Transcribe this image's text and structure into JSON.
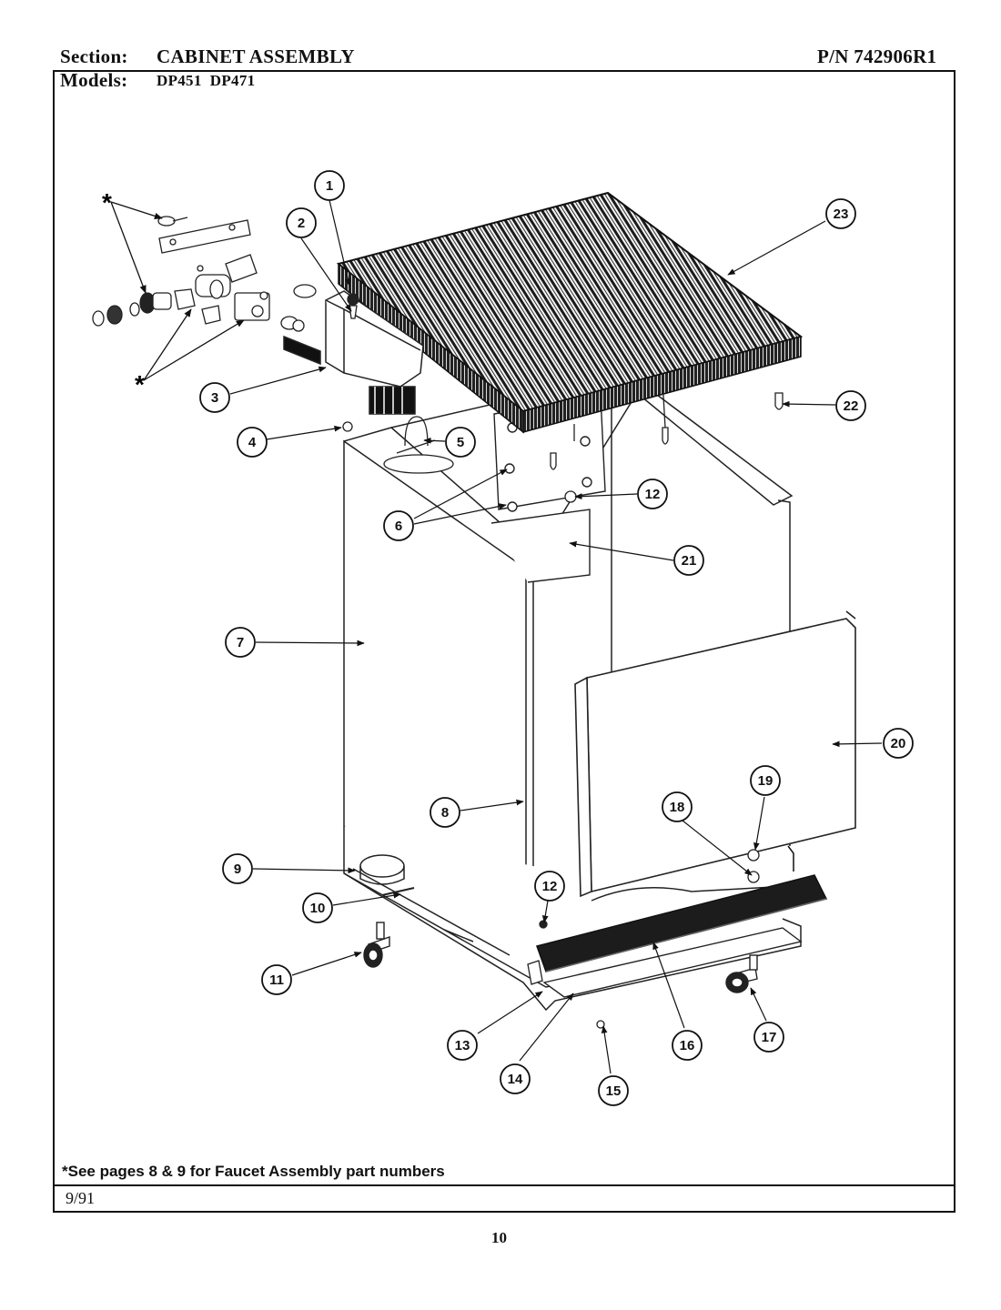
{
  "header": {
    "section_label": "Section:",
    "section_name": "CABINET ASSEMBLY",
    "part_number": "P/N 742906R1",
    "models_label": "Models:",
    "models": "DP451  DP471"
  },
  "callouts": [
    {
      "id": "1"
    },
    {
      "id": "2"
    },
    {
      "id": "3"
    },
    {
      "id": "4"
    },
    {
      "id": "5"
    },
    {
      "id": "6"
    },
    {
      "id": "7"
    },
    {
      "id": "8"
    },
    {
      "id": "9"
    },
    {
      "id": "10"
    },
    {
      "id": "11"
    },
    {
      "id": "12"
    },
    {
      "id": "12"
    },
    {
      "id": "13"
    },
    {
      "id": "14"
    },
    {
      "id": "15"
    },
    {
      "id": "16"
    },
    {
      "id": "17"
    },
    {
      "id": "18"
    },
    {
      "id": "19"
    },
    {
      "id": "20"
    },
    {
      "id": "21"
    },
    {
      "id": "22"
    },
    {
      "id": "23"
    }
  ],
  "asterisk": "*",
  "footnote": "*See pages 8 & 9 for Faucet Assembly part numbers",
  "date": "9/91",
  "page_number": "10"
}
